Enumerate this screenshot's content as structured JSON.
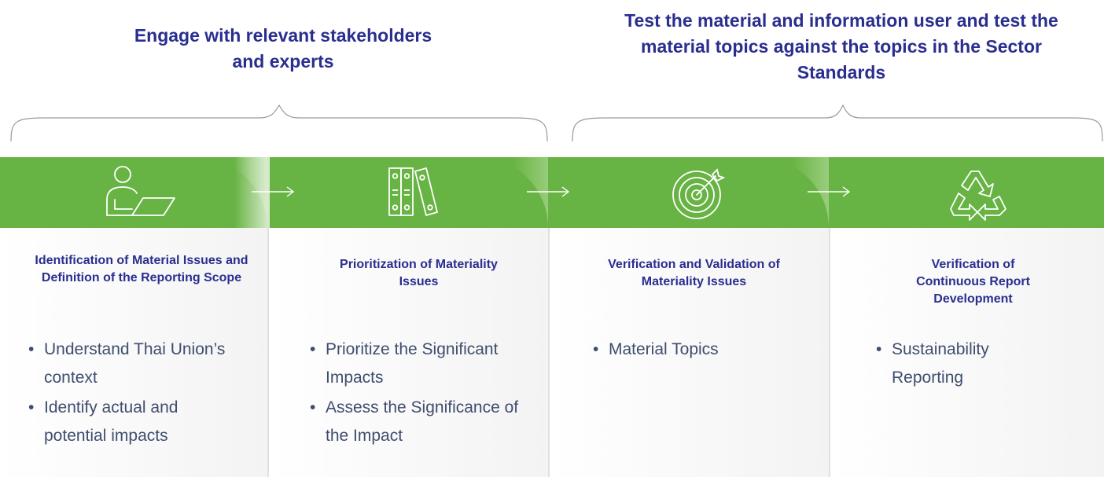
{
  "headings": {
    "left": "Engage with relevant stakeholders and experts",
    "right": "Test the material and information user and test the material topics against the topics in the Sector Standards"
  },
  "icons": [
    "person-laptop-icon",
    "binders-icon",
    "target-icon",
    "recycle-icon"
  ],
  "colors": {
    "green": "#67b343",
    "title_blue": "#2a2e8f",
    "bullet_text": "#3f4d6e"
  },
  "steps": [
    {
      "title": "Identification of Material Issues and Definition of the Reporting Scope",
      "bullets": [
        "Understand Thai Union’s context",
        "Identify actual and potential impacts"
      ]
    },
    {
      "title": "Prioritization of Materiality Issues",
      "bullets": [
        "Prioritize the Significant Impacts",
        "Assess the Significance of the Impact"
      ]
    },
    {
      "title": "Verification and Validation of Materiality Issues",
      "bullets": [
        "Material Topics"
      ]
    },
    {
      "title": "Verification of Continuous Report Development",
      "bullets": [
        "Sustainability Reporting"
      ]
    }
  ]
}
